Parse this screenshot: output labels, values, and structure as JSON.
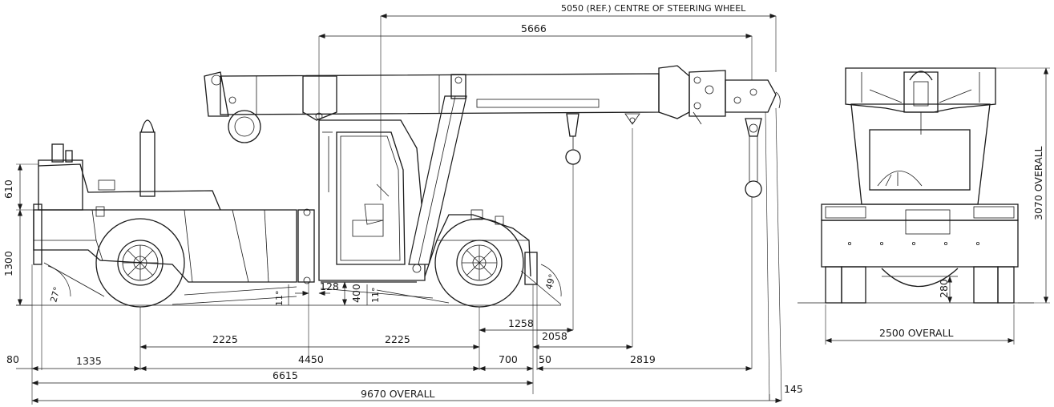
{
  "dimensions": {
    "steering_wheel": "5050 (REF.) CENTRE OF STEERING WHEEL",
    "boom_length": "5666",
    "height_610": "610",
    "height_1300": "1300",
    "angle_27": "27°",
    "angle_11a": "11°",
    "angle_11b": "11°",
    "angle_49": "49°",
    "dim_128": "128",
    "dim_400": "400",
    "dim_1258": "1258",
    "dim_2058": "2058",
    "dim_2225_left": "2225",
    "dim_2225_right": "2225",
    "dim_80": "80",
    "dim_1335": "1335",
    "dim_4450": "4450",
    "dim_700": "700",
    "dim_50": "50",
    "dim_2819": "2819",
    "dim_6615": "6615",
    "overall_length": "9670 OVERALL",
    "dim_145": "145",
    "overall_height": "3070 OVERALL",
    "dim_280": "280",
    "overall_width": "2500 OVERALL"
  }
}
